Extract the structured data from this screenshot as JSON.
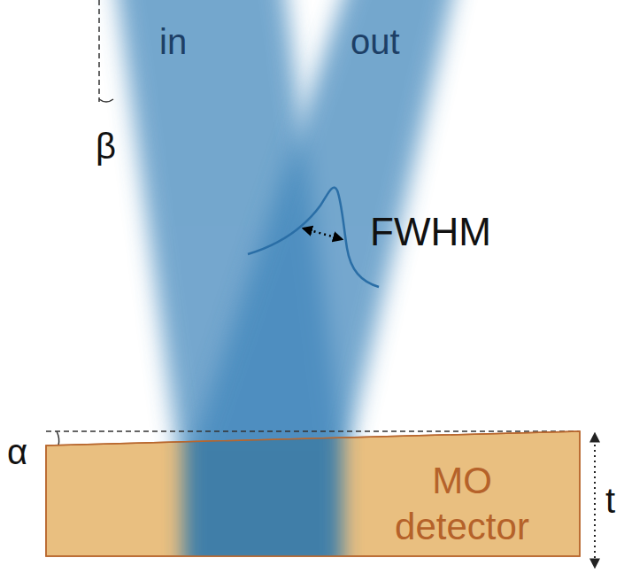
{
  "diagram": {
    "nodes": [
      {
        "text": [
          "MO detector"
        ]
      }
    ],
    "labels": [
      "in",
      "out",
      "β",
      "FWHM",
      "α",
      "t"
    ]
  }
}
